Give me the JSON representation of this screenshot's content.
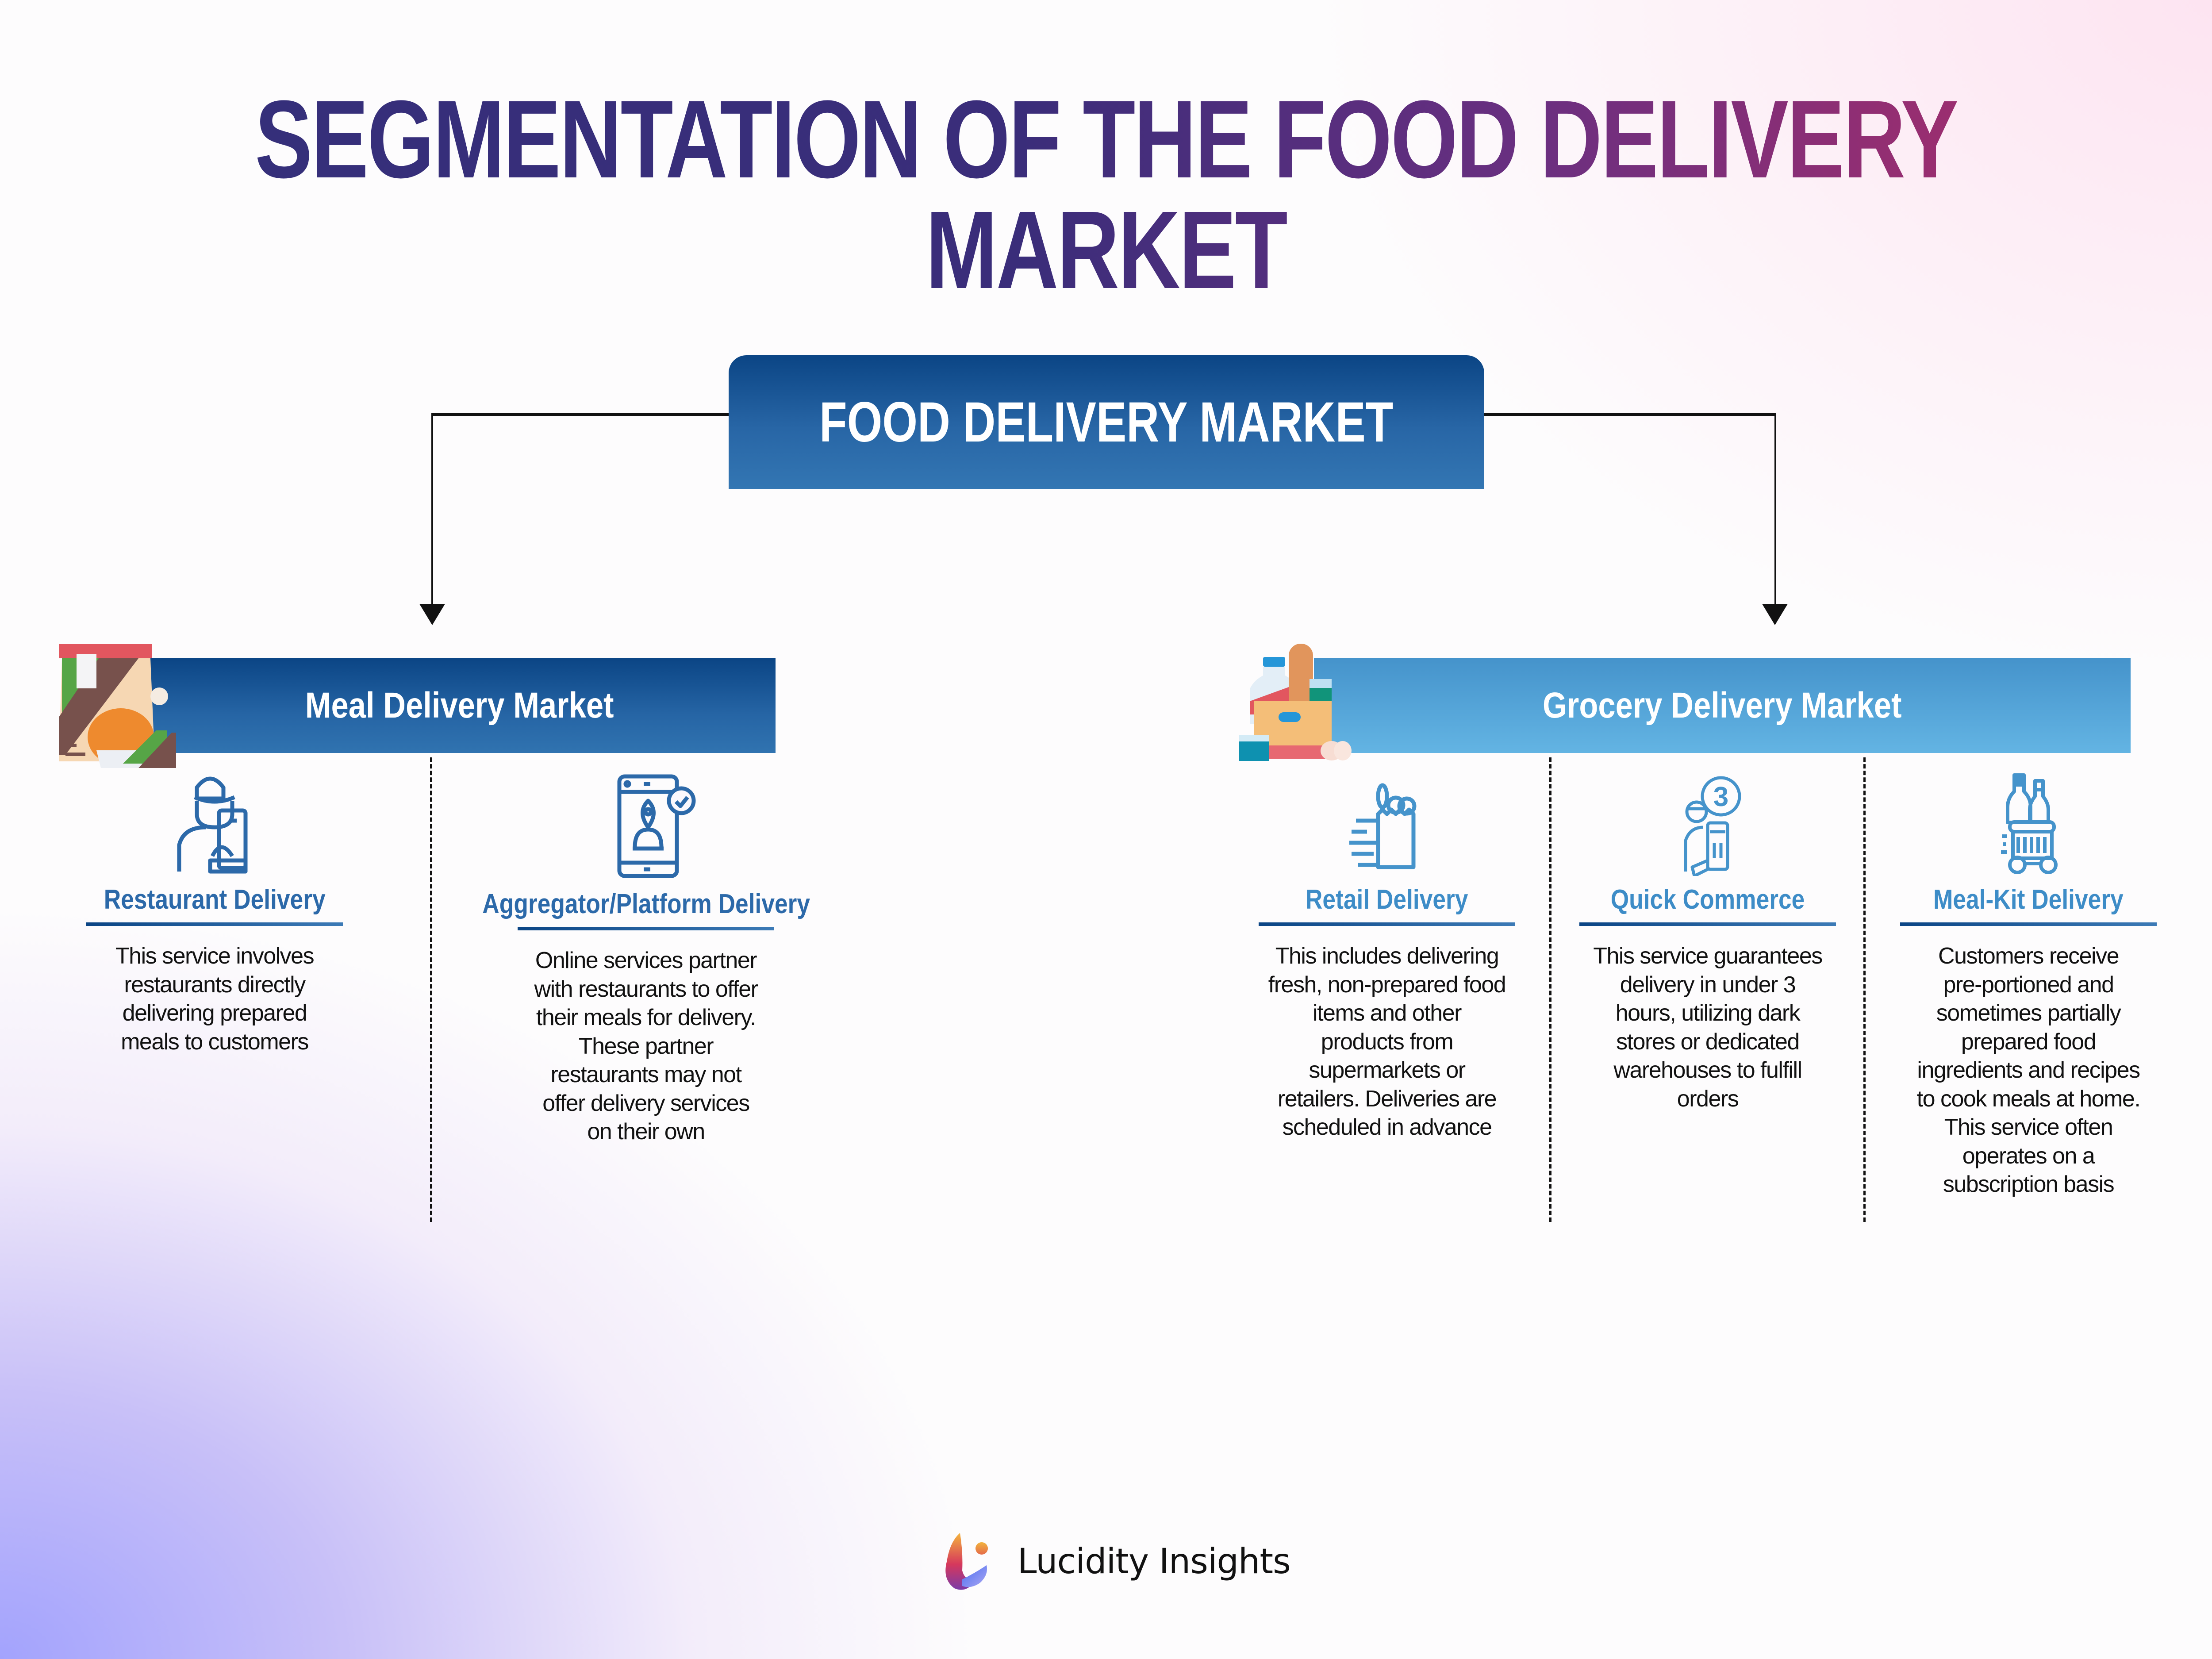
{
  "title": "SEGMENTATION OF THE FOOD DELIVERY MARKET",
  "root": {
    "label": "FOOD DELIVERY MARKET"
  },
  "categories": [
    {
      "label": "Meal Delivery Market",
      "icon": "takeaway-food-box-icon",
      "color": "#0b4585",
      "items": [
        {
          "title": "Restaurant Delivery",
          "icon": "delivery-person-icon",
          "lines": [
            "This service involves",
            "restaurants directly",
            "delivering prepared",
            "meals to customers"
          ]
        },
        {
          "title": "Aggregator/Platform Delivery",
          "icon": "mobile-app-location-icon",
          "lines": [
            "Online services partner",
            "with restaurants to offer",
            "their meals for delivery.",
            "These partner",
            "restaurants may not",
            "offer delivery services",
            "on their own"
          ]
        }
      ]
    },
    {
      "label": "Grocery Delivery Market",
      "icon": "grocery-bag-icon",
      "color": "#4593cb",
      "items": [
        {
          "title": "Retail Delivery",
          "icon": "fast-grocery-bag-icon",
          "lines": [
            "This includes delivering",
            "fresh, non-prepared food",
            "items and other",
            "products from",
            "supermarkets or",
            "retailers. Deliveries are",
            "scheduled in advance"
          ]
        },
        {
          "title": "Quick Commerce",
          "icon": "courier-3-hours-icon",
          "badge": "3",
          "lines": [
            "This service guarantees",
            "delivery in under 3",
            "hours, utilizing dark",
            "stores or dedicated",
            "warehouses to fulfill",
            "orders"
          ]
        },
        {
          "title": "Meal-Kit Delivery",
          "icon": "shopping-cart-bottles-icon",
          "lines": [
            "Customers receive",
            "pre-portioned and",
            "sometimes partially",
            "prepared food",
            "ingredients and recipes",
            "to cook meals at home.",
            "This service often",
            "operates on a",
            "subscription basis"
          ]
        }
      ]
    }
  ],
  "footer": {
    "brand": "Lucidity Insights",
    "logo": "lucidity-logo-icon"
  },
  "colors": {
    "title_start": "#352f7a",
    "title_end": "#9c2e6f",
    "dark_blue": "#0b4585",
    "light_blue": "#4593cb",
    "item_title_dark": "#2c69a9",
    "item_title_light": "#3d8cc7"
  }
}
